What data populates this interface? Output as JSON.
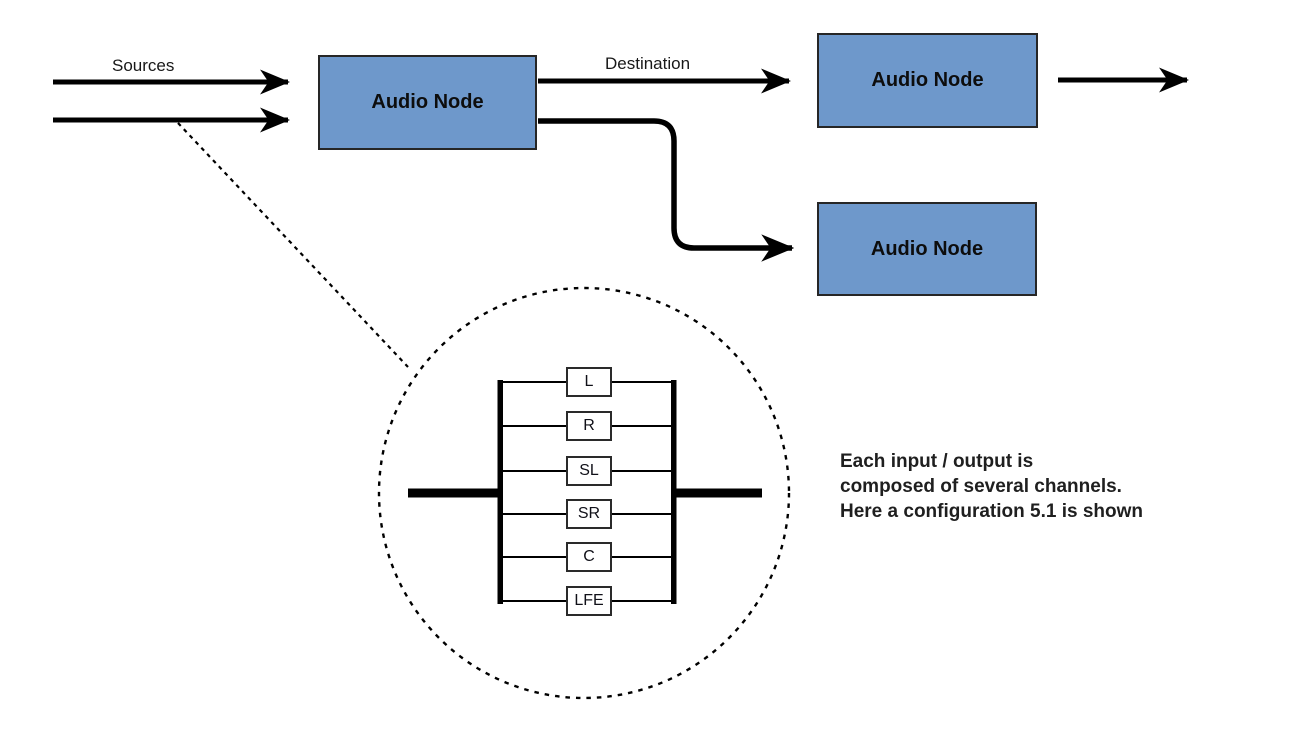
{
  "diagram": {
    "arrow_labels": {
      "sources": "Sources",
      "destination": "Destination"
    },
    "nodes": [
      {
        "label": "Audio Node"
      },
      {
        "label": "Audio Node"
      },
      {
        "label": "Audio Node"
      }
    ],
    "channel_inset": {
      "channels": [
        "L",
        "R",
        "SL",
        "SR",
        "C",
        "LFE"
      ]
    },
    "note": {
      "lines": [
        "Each input / output is",
        "composed of several channels.",
        "Here a configuration 5.1 is shown"
      ]
    },
    "colors": {
      "node_fill": "#6e98cb",
      "node_border": "#262626",
      "line": "#000000"
    }
  }
}
